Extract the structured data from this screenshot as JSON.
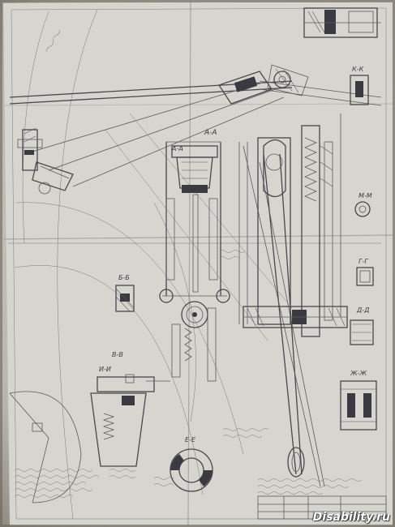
{
  "watermark": "Disability.ru",
  "labels": {
    "section_aa_top": "А-А",
    "section_aa_mid": "А-А",
    "section_bb": "Б-Б",
    "section_vv": "В-В",
    "section_gg": "Г-Г",
    "section_dd": "Д-Д",
    "section_ee": "Е-Е",
    "section_mm": "М-М",
    "section_kk": "К-К",
    "section_zz": "Ж-Ж",
    "section_ii": "И-И"
  }
}
